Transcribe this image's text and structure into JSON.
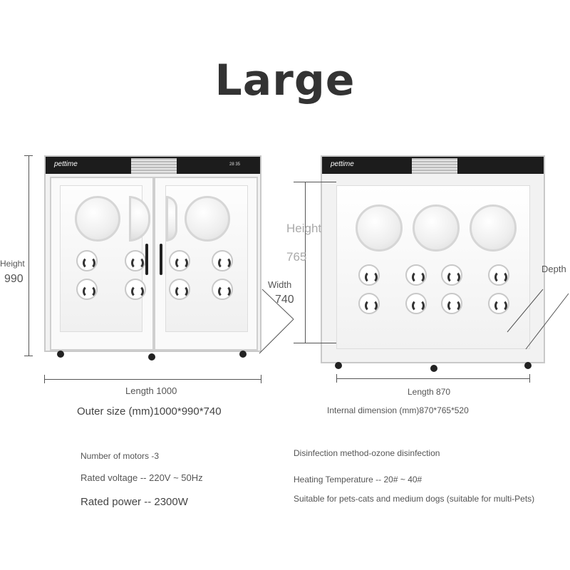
{
  "title": "Large",
  "left_product": {
    "brand": "pettime",
    "panel_readout": "28 35",
    "height_label": "Height",
    "height_value": "990",
    "width_label": "Width",
    "width_value": "740",
    "length_label": "Length 1000",
    "outer_size": "Outer size (mm)1000*990*740"
  },
  "right_product": {
    "brand": "pettime",
    "height_label": "Height",
    "height_value": "765",
    "depth_label": "Depth",
    "length_label": "Length 870",
    "internal_dimension": "Internal dimension (mm)870*765*520"
  },
  "specs_left": [
    "Number of motors -3",
    "Rated voltage -- 220V ~ 50Hz",
    "Rated power -- 2300W"
  ],
  "specs_right": [
    "Disinfection method-ozone disinfection",
    "Heating Temperature -- 20# ~ 40#",
    "Suitable for pets-cats and medium dogs (suitable for multi-Pets)"
  ]
}
